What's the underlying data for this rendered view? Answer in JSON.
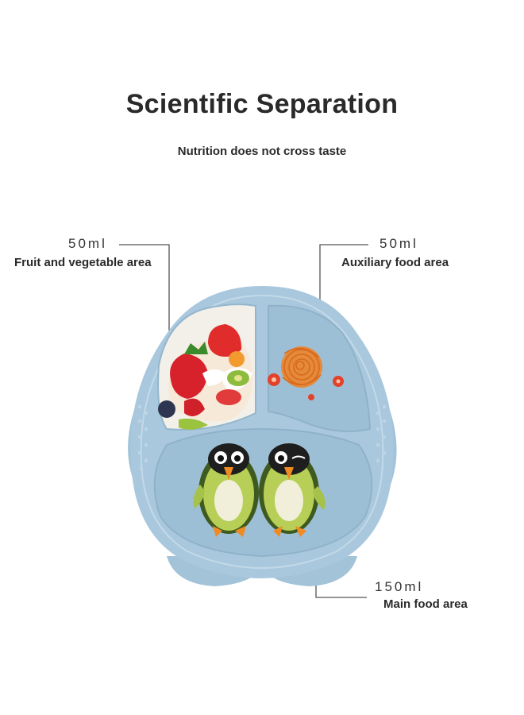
{
  "header": {
    "title": "Scientific Separation",
    "subtitle": "Nutrition does not cross taste"
  },
  "callouts": [
    {
      "volume": "50ml",
      "label": "Fruit and vegetable area"
    },
    {
      "volume": "50ml",
      "label": "Auxiliary food area"
    },
    {
      "volume": "150ml",
      "label": "Main food area"
    }
  ],
  "colors": {
    "plate": "#a9c8dd",
    "plate_shade": "#93b6cd",
    "compartment": "#9dbfd6",
    "leader_line": "#555555"
  }
}
